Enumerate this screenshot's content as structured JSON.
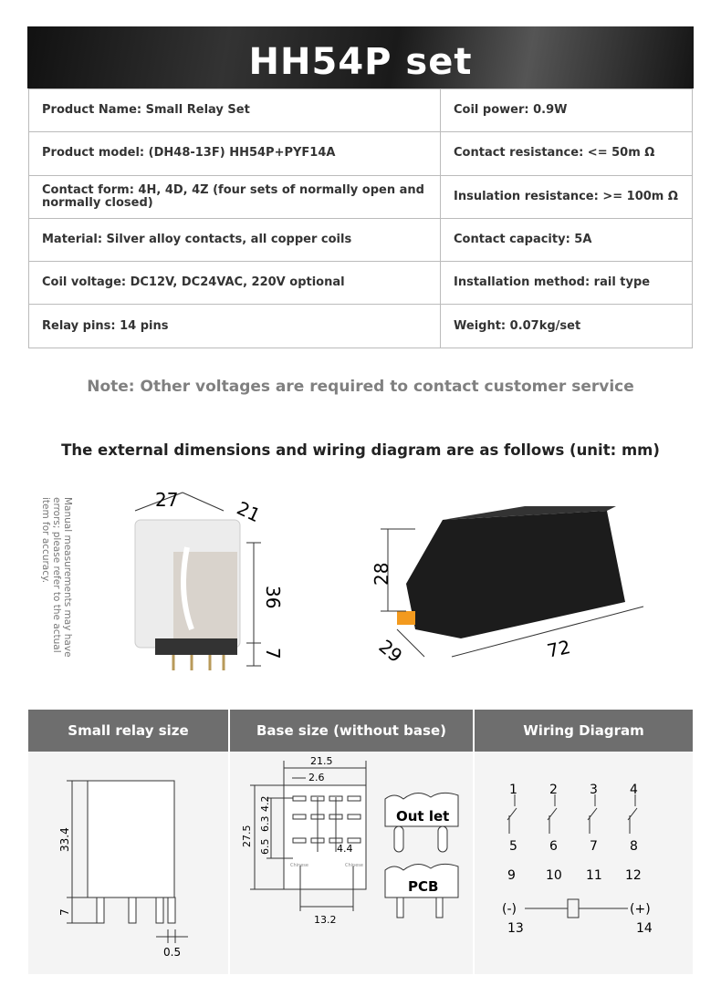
{
  "title": "HH54P set",
  "specs": [
    {
      "left": "Product Name: Small Relay Set",
      "right": "Coil power: 0.9W"
    },
    {
      "left": "Product model: (DH48-13F) HH54P+PYF14A",
      "right": "Contact resistance: <= 50m Ω"
    },
    {
      "left": "Contact form: 4H, 4D, 4Z (four sets of normally open and normally closed)",
      "right": "Insulation resistance: >= 100m Ω"
    },
    {
      "left": "Material: Silver alloy contacts, all copper coils",
      "right": "Contact capacity: 5A"
    },
    {
      "left": "Coil voltage: DC12V, DC24VAC, 220V optional",
      "right": "Installation method: rail type"
    },
    {
      "left": "Relay pins: 14 pins",
      "right": "Weight: 0.07kg/set"
    }
  ],
  "note": "Note: Other voltages are required to contact customer service",
  "subtitle": "The external dimensions and wiring diagram are as follows (unit: mm)",
  "disclaimer": "Manual measurements may have errors; please refer to the actual item for accuracy.",
  "relay_photo": {
    "width": "27",
    "depth": "21",
    "height": "36",
    "pins": "7"
  },
  "base_photo": {
    "height": "28",
    "depth": "29",
    "length": "72"
  },
  "panels": {
    "relay": {
      "title": "Small relay size",
      "h": "33.4",
      "pin": "7",
      "pin_w": "0.5"
    },
    "base": {
      "title": "Base size (without base)",
      "w": "21.5",
      "p1": "2.6",
      "h": "27.5",
      "r1": "4.2",
      "r2": "6.3",
      "r3": "6.5",
      "c": "4.4",
      "bottom": "13.2",
      "mark": "Chinese",
      "outlet": "Out let",
      "pcb": "PCB"
    },
    "wiring": {
      "title": "Wiring Diagram",
      "top": [
        "1",
        "2",
        "3",
        "4"
      ],
      "mid": [
        "5",
        "6",
        "7",
        "8"
      ],
      "bot": [
        "9",
        "10",
        "11",
        "12"
      ],
      "minus": "(-)",
      "plus": "(+)",
      "c1": "13",
      "c2": "14"
    }
  }
}
